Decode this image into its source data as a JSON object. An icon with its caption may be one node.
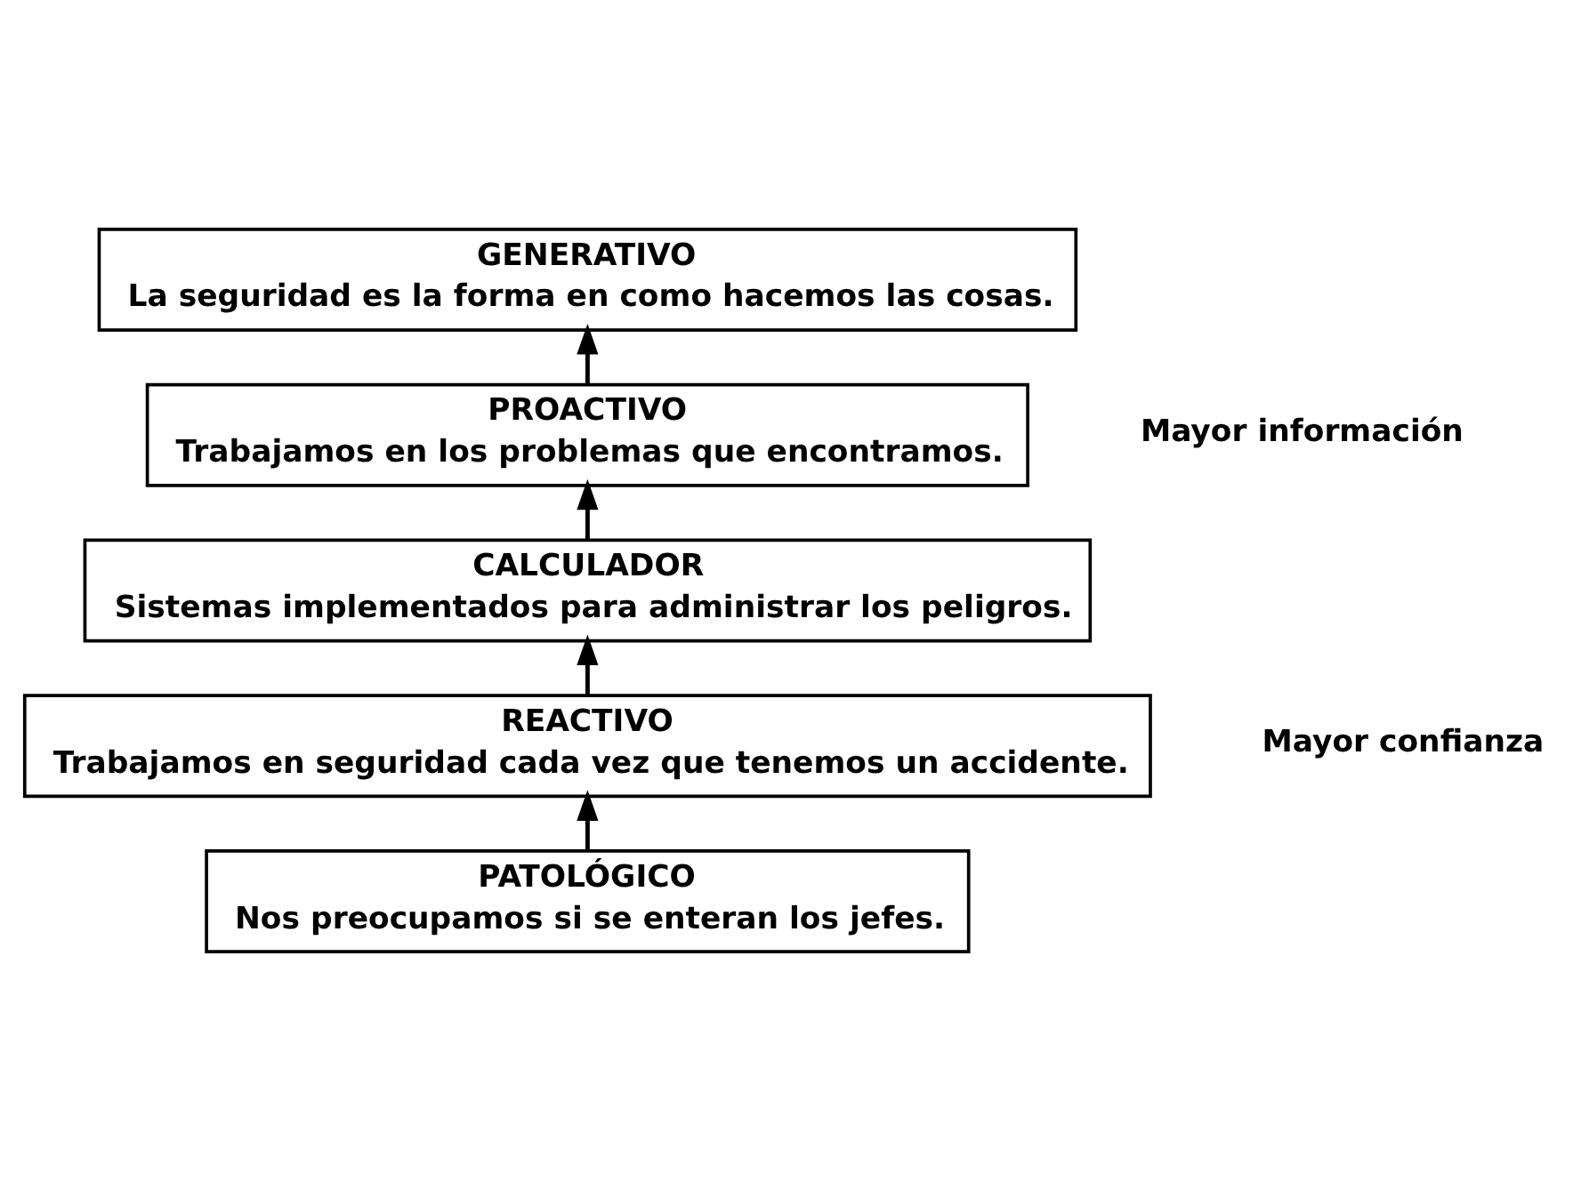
{
  "diagram": {
    "nodes": [
      {
        "text": [
          "PATOLÓGICO",
          "Nos preocupamos si se enteran los jefes."
        ]
      },
      {
        "text": [
          "REACTIVO",
          "Trabajamos en seguridad cada vez que tenemos un accidente."
        ]
      },
      {
        "text": [
          "CALCULADOR",
          "Sistemas implementados para administrar los peligros."
        ]
      },
      {
        "text": [
          "PROACTIVO",
          "Trabajamos en los problemas que encontramos."
        ]
      },
      {
        "text": [
          "GENERATIVO",
          "La seguridad es la forma en como hacemos las cosas."
        ]
      }
    ],
    "edges": [
      {
        "from": 0,
        "to": 1,
        "arrow": "to"
      },
      {
        "from": 1,
        "to": 2,
        "arrow": "to"
      },
      {
        "from": 2,
        "to": 3,
        "arrow": "to"
      },
      {
        "from": 3,
        "to": 4,
        "arrow": "to"
      }
    ],
    "labels": [
      "Mayor información",
      "Mayor confianza"
    ]
  }
}
